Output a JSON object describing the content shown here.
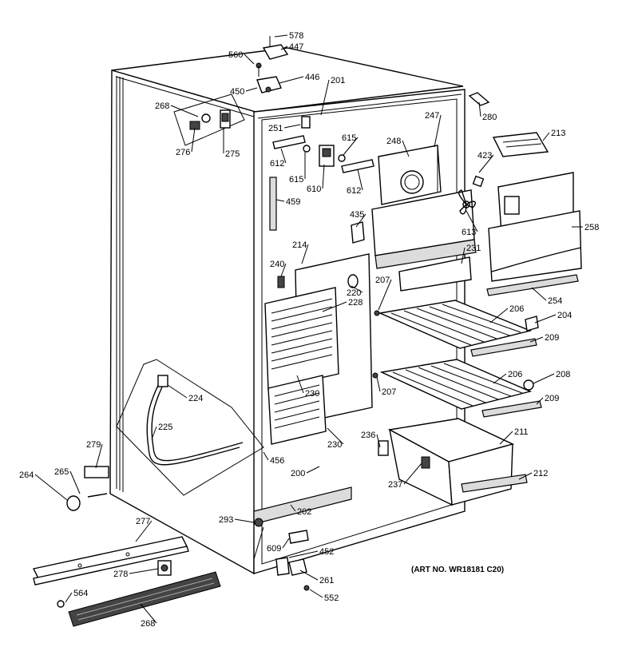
{
  "diagram": {
    "art_number": "(ART NO. WR18181 C20)",
    "parts": [
      {
        "id": "p578",
        "label": "578"
      },
      {
        "id": "p447",
        "label": "447"
      },
      {
        "id": "p560",
        "label": "560"
      },
      {
        "id": "p446",
        "label": "446"
      },
      {
        "id": "p450",
        "label": "450"
      },
      {
        "id": "p201",
        "label": "201"
      },
      {
        "id": "p268a",
        "label": "268"
      },
      {
        "id": "p276",
        "label": "276"
      },
      {
        "id": "p275",
        "label": "275"
      },
      {
        "id": "p251",
        "label": "251"
      },
      {
        "id": "p247",
        "label": "247"
      },
      {
        "id": "p280",
        "label": "280"
      },
      {
        "id": "p213",
        "label": "213"
      },
      {
        "id": "p615a",
        "label": "615"
      },
      {
        "id": "p248",
        "label": "248"
      },
      {
        "id": "p612a",
        "label": "612"
      },
      {
        "id": "p615b",
        "label": "615"
      },
      {
        "id": "p610",
        "label": "610"
      },
      {
        "id": "p612b",
        "label": "612"
      },
      {
        "id": "p423",
        "label": "423"
      },
      {
        "id": "p459",
        "label": "459"
      },
      {
        "id": "p435",
        "label": "435"
      },
      {
        "id": "p613",
        "label": "613"
      },
      {
        "id": "p258",
        "label": "258"
      },
      {
        "id": "p214",
        "label": "214"
      },
      {
        "id": "p231",
        "label": "231"
      },
      {
        "id": "p240",
        "label": "240"
      },
      {
        "id": "p220",
        "label": "220"
      },
      {
        "id": "p207a",
        "label": "207"
      },
      {
        "id": "p228",
        "label": "228"
      },
      {
        "id": "p254",
        "label": "254"
      },
      {
        "id": "p206a",
        "label": "206"
      },
      {
        "id": "p204",
        "label": "204"
      },
      {
        "id": "p209a",
        "label": "209"
      },
      {
        "id": "p206b",
        "label": "206"
      },
      {
        "id": "p208",
        "label": "208"
      },
      {
        "id": "p224",
        "label": "224"
      },
      {
        "id": "p207b",
        "label": "207"
      },
      {
        "id": "p230a",
        "label": "230"
      },
      {
        "id": "p209b",
        "label": "209"
      },
      {
        "id": "p225",
        "label": "225"
      },
      {
        "id": "p211",
        "label": "211"
      },
      {
        "id": "p236",
        "label": "236"
      },
      {
        "id": "p279",
        "label": "279"
      },
      {
        "id": "p230b",
        "label": "230"
      },
      {
        "id": "p456",
        "label": "456"
      },
      {
        "id": "p200",
        "label": "200"
      },
      {
        "id": "p212",
        "label": "212"
      },
      {
        "id": "p264",
        "label": "264"
      },
      {
        "id": "p265",
        "label": "265"
      },
      {
        "id": "p237",
        "label": "237"
      },
      {
        "id": "p202",
        "label": "202"
      },
      {
        "id": "p277",
        "label": "277"
      },
      {
        "id": "p293",
        "label": "293"
      },
      {
        "id": "p609",
        "label": "609"
      },
      {
        "id": "p452",
        "label": "452"
      },
      {
        "id": "p278",
        "label": "278"
      },
      {
        "id": "p261",
        "label": "261"
      },
      {
        "id": "p564",
        "label": "564"
      },
      {
        "id": "p552",
        "label": "552"
      },
      {
        "id": "p268b",
        "label": "268"
      }
    ]
  }
}
